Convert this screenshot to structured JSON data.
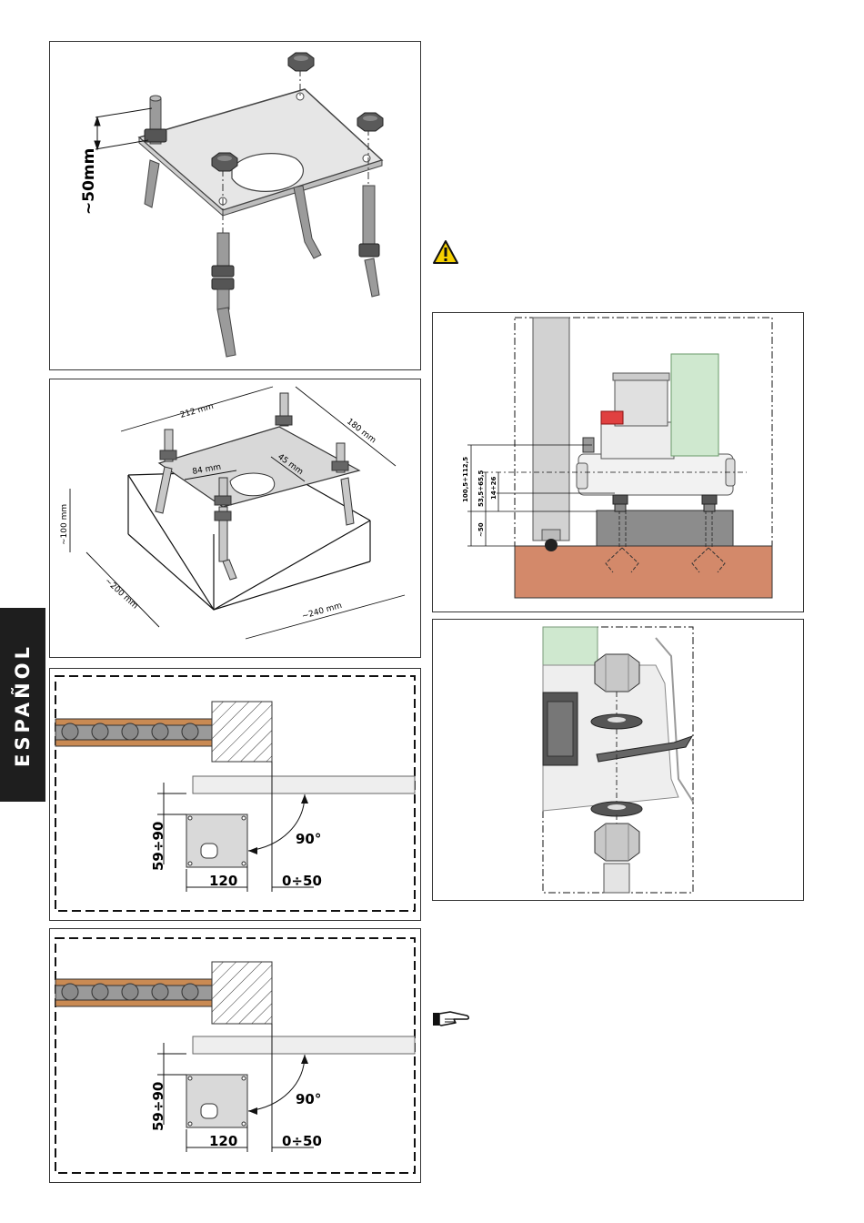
{
  "side_tab": {
    "label": "ESPAÑOL"
  },
  "fig1": {
    "height_label": "~50mm"
  },
  "fig2": {
    "plate_width": "212 mm",
    "plate_depth": "180 mm",
    "hole_offset_a": "84 mm",
    "hole_offset_b": "45 mm",
    "block_height": "~100 mm",
    "block_depth": "~200 mm",
    "block_width": "~240 mm"
  },
  "fig3": {
    "offset_label": "59÷90",
    "angle_label": "90°",
    "width_label": "120",
    "gap_label": "0÷50"
  },
  "fig4": {
    "offset_label": "59÷90",
    "angle_label": "90°",
    "width_label": "120",
    "gap_label": "0÷50"
  },
  "fig5": {
    "dim_total": "100,5÷112,5",
    "dim_mid": "53,5÷65,5",
    "dim_small": "14÷26",
    "dim_base": "~50"
  },
  "colors": {
    "soil": "#d3896a",
    "rack": "#c98a53",
    "guard": "#cfe8cf",
    "tab": "#1e1e1e"
  },
  "icons": {
    "warning": "warning-icon",
    "note": "pointing-hand-icon"
  }
}
